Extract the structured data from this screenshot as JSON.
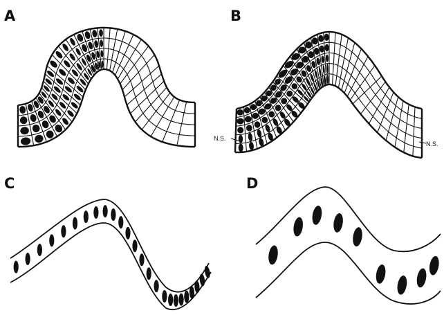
{
  "panels": [
    {
      "letter": "A"
    },
    {
      "letter": "B",
      "neutral_surface_label": "N.S."
    },
    {
      "letter": "C"
    },
    {
      "letter": "D"
    }
  ],
  "colors": {
    "ink": "#111111",
    "paper": "#ffffff"
  }
}
